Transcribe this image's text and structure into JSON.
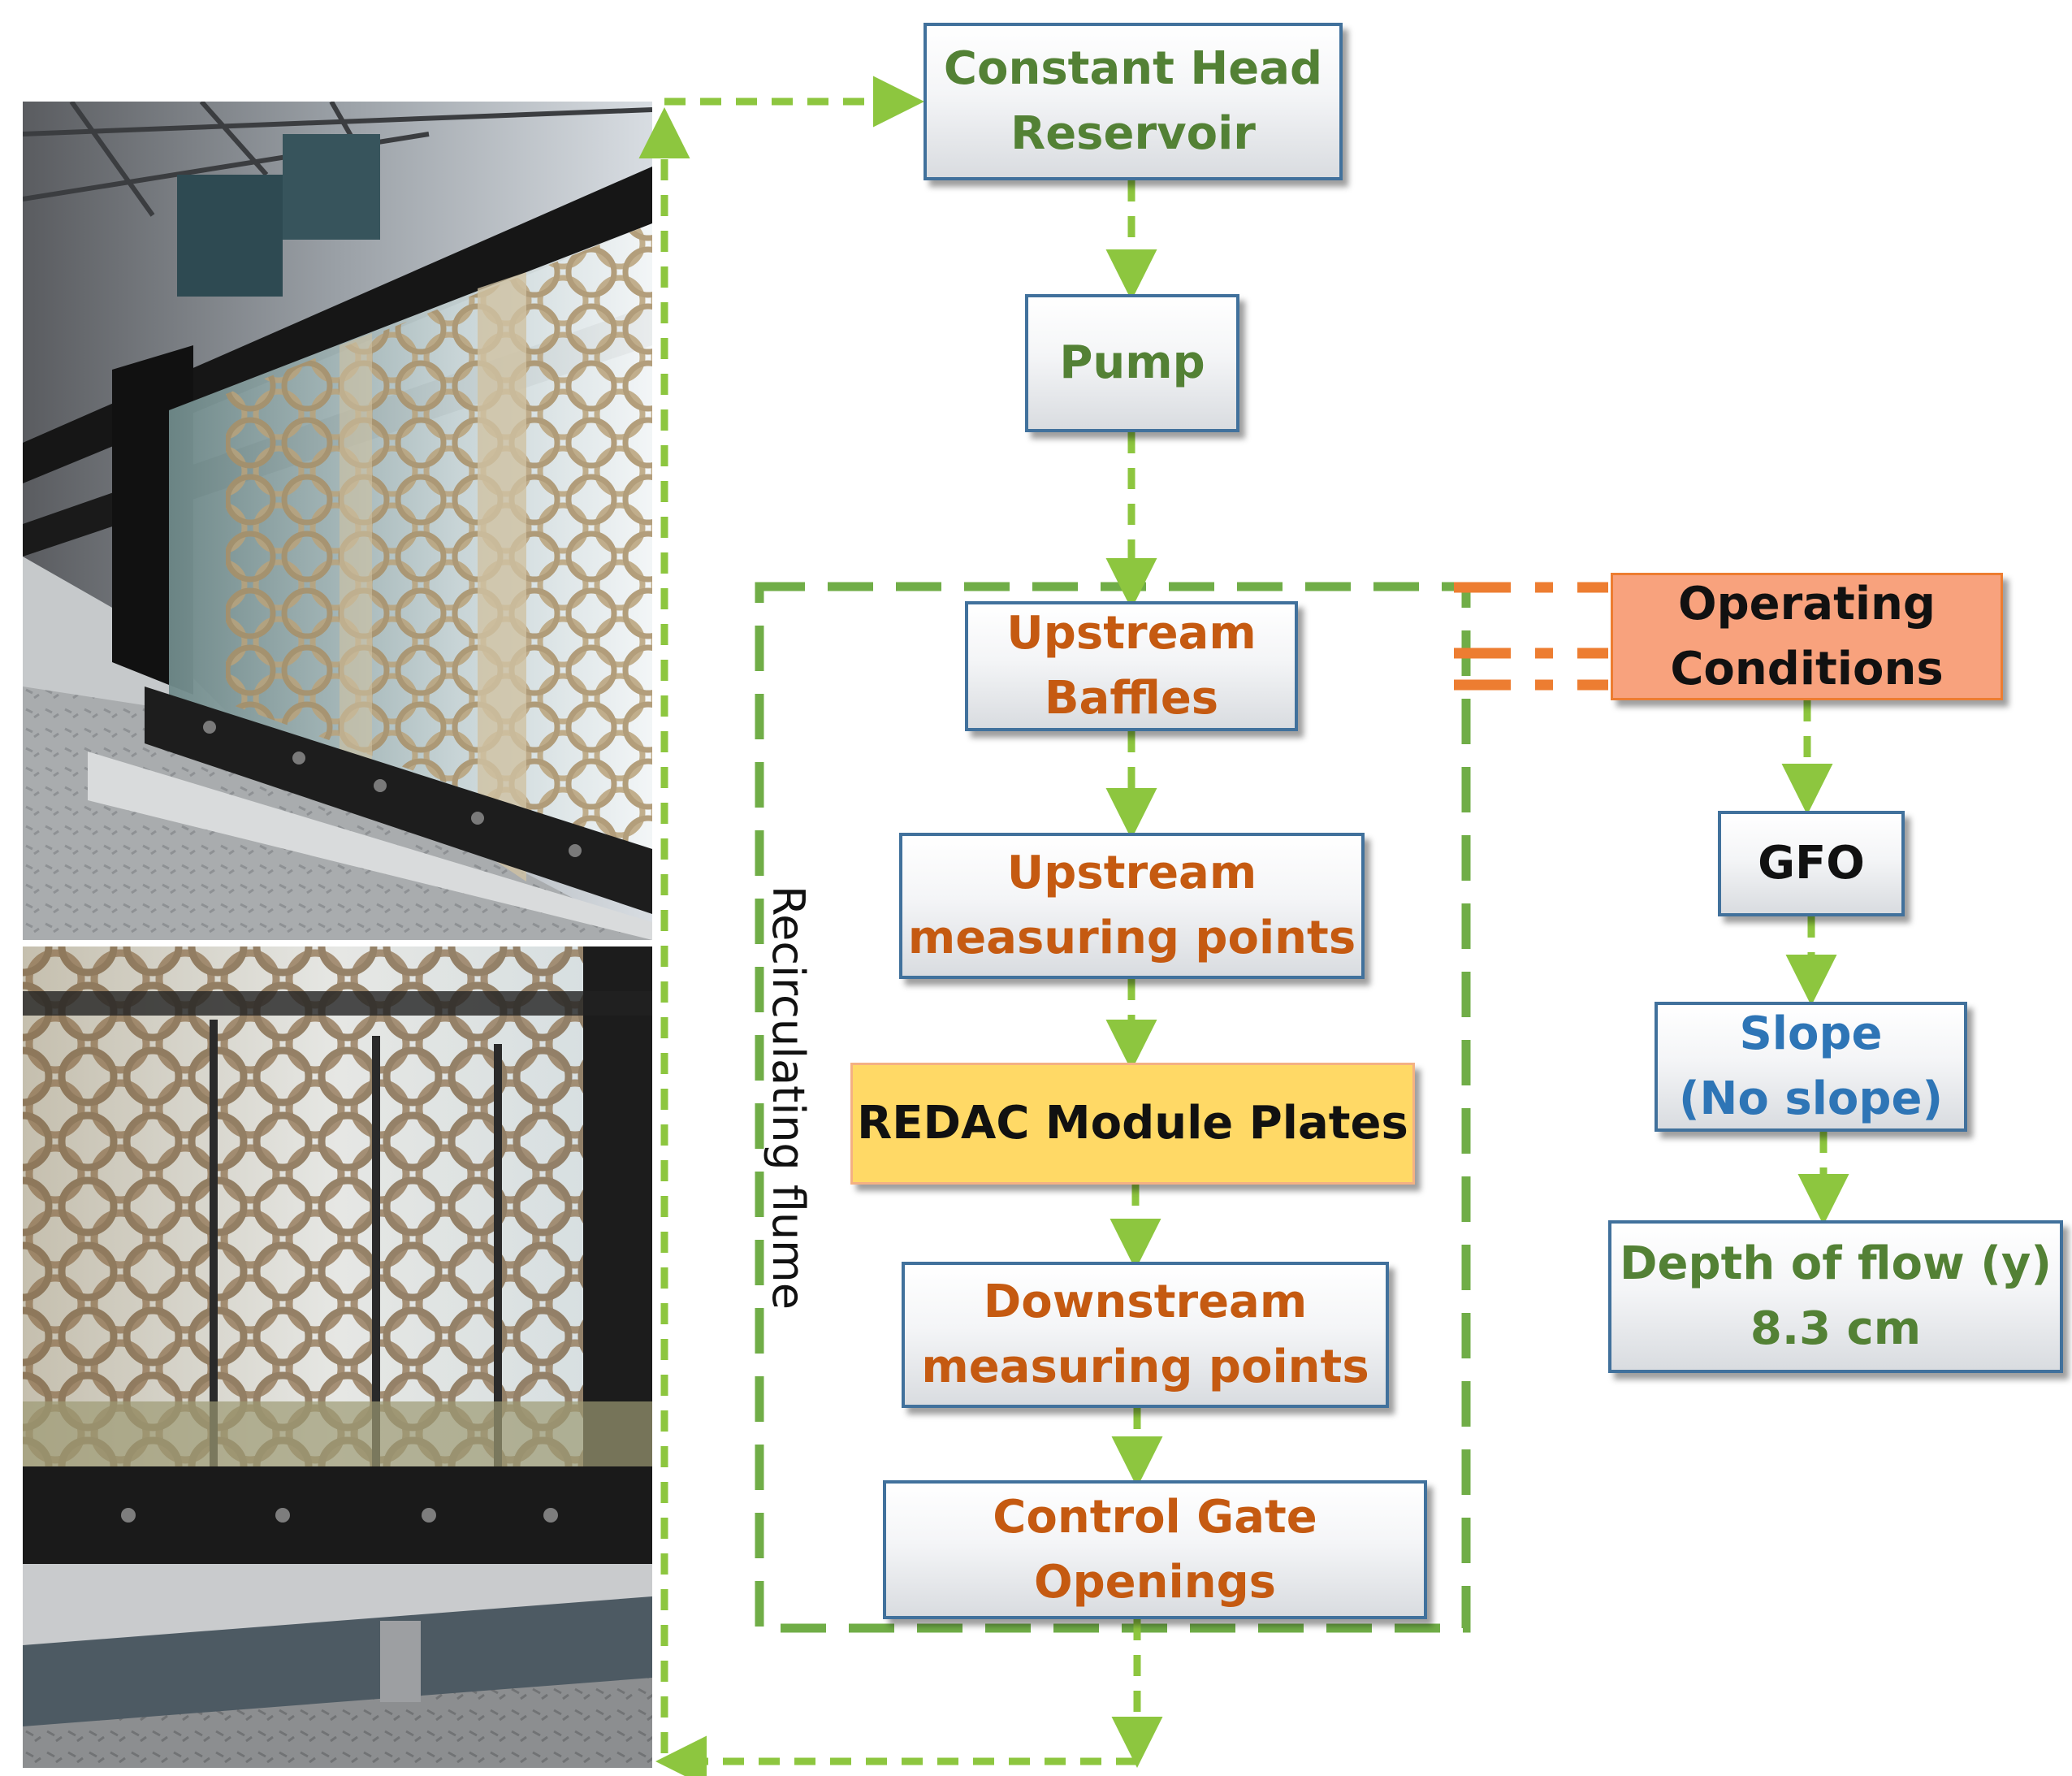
{
  "nodes": {
    "constant_head_reservoir": "Constant Head\nReservoir",
    "pump": "Pump",
    "upstream_baffles": "Upstream\nBaffles",
    "upstream_measuring_points": "Upstream\nmeasuring points",
    "redac_module_plates": "REDAC Module Plates",
    "downstream_measuring_points": "Downstream\nmeasuring points",
    "control_gate_openings": "Control Gate\nOpenings",
    "operating_conditions": "Operating\nConditions",
    "gfo": "GFO",
    "slope": "Slope\n(No slope)",
    "depth_of_flow": "Depth of flow (y)\n8.3 cm"
  },
  "flume_label": "Recirculating flume",
  "colors": {
    "arrow_green": "#8dc63f",
    "flume_border_green": "#70ad47",
    "operating_orange": "#ed7d31",
    "box_border_blue": "#41719c",
    "text_green": "#538135",
    "text_orange": "#c55a11",
    "text_blue": "#2e75b6",
    "redac_fill": "#ffd966",
    "operating_fill": "#f8a27d"
  }
}
